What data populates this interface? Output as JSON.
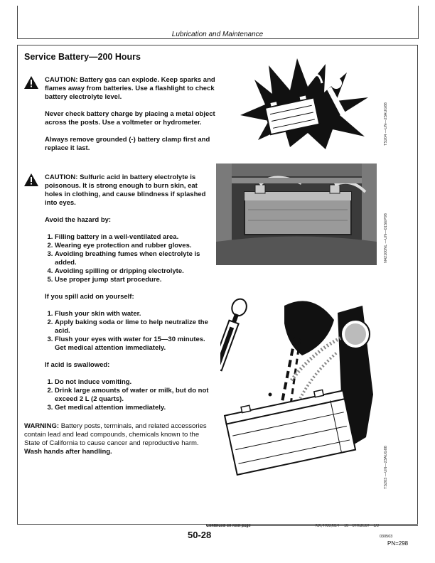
{
  "header": {
    "title": "Lubrication and Maintenance"
  },
  "section": {
    "title": "Service Battery—200 Hours"
  },
  "caution1": {
    "paragraphs": [
      "CAUTION: Battery gas can explode. Keep sparks and flames away from batteries. Use a flashlight to check battery electrolyte level.",
      "Never check battery charge by placing a metal object across the posts. Use a voltmeter or hydrometer.",
      "Always remove grounded (-) battery clamp first and replace it last."
    ]
  },
  "caution2": {
    "intro": "CAUTION: Sulfuric acid in battery electrolyte is poisonous. It is strong enough to burn skin, eat holes in clothing, and cause blindness if splashed into eyes.",
    "avoid_heading": "Avoid the hazard by:",
    "avoid_items": [
      "Filling battery in a well-ventilated area.",
      "Wearing eye protection and rubber gloves.",
      "Avoiding breathing fumes when electrolyte is added.",
      "Avoiding spilling or dripping electrolyte.",
      "Use proper jump start procedure."
    ],
    "spill_heading": "If you spill acid on yourself:",
    "spill_items": [
      "Flush your skin with water.",
      "Apply baking soda or lime to help neutralize the acid.",
      "Flush your eyes with water for 15—30 minutes. Get medical attention immediately."
    ],
    "swallow_heading": "If acid is swallowed:",
    "swallow_items": [
      "Do not induce vomiting.",
      "Drink large amounts of water or milk, but do not exceed 2 L (2 quarts).",
      "Get medical attention immediately."
    ]
  },
  "warning": {
    "label": "WARNING:",
    "body": " Battery posts, terminals, and related accessories contain lead and lead compounds, chemicals known to the State of California to cause cancer and reproductive harm. ",
    "emphasis": "Wash hands after handling."
  },
  "figures": {
    "fig1_id": "TS204 —UN—23AUG88",
    "fig2_id": "N42100NL —UN—01SEP98",
    "fig3_id": "TS203 —UN—23AUG88"
  },
  "footer": {
    "continued": "Continued on next page",
    "ref_code": "NX,4700,N14   —19—07AUG97—1/2",
    "page_number": "50-28",
    "small_number": "030503",
    "pn": "PN=298"
  }
}
